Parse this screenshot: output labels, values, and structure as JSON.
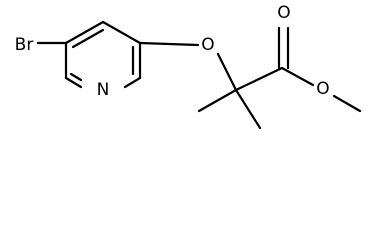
{
  "molecule": {
    "atoms": {
      "bromine": "Br",
      "pyridine_nitrogen": "N",
      "ether_oxygen": "O",
      "carbonyl_oxygen": "O",
      "ester_oxygen": "O"
    },
    "colors": {
      "bond": "#000000",
      "label": "#000000",
      "background": "#ffffff"
    }
  }
}
